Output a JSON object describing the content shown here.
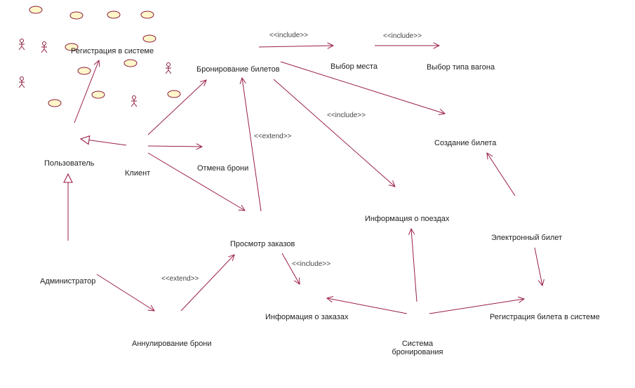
{
  "colors": {
    "line": "#9a1e4a",
    "usecase_fill": "#fff7c9",
    "usecase_stroke": "#8a1a3a",
    "actor_stroke": "#8a1a3a",
    "text": "#222222"
  },
  "labels": {
    "registration": "Регистрация в системе",
    "booking": "Бронирование билетов",
    "seat_choice": "Выбор места",
    "car_type_choice": "Выбор типа вагона",
    "ticket_creation": "Создание билета",
    "user": "Пользователь",
    "client": "Клиент",
    "cancel_booking": "Отмена брони",
    "train_info": "Информация о поездах",
    "e_ticket": "Электронный билет",
    "view_orders": "Просмотр заказов",
    "administrator": "Администратор",
    "annul_booking": "Аннулирование брони",
    "order_info": "Информация о заказах",
    "booking_system_line1": "Система",
    "booking_system_line2": "бронирования",
    "ticket_registration": "Регистрация билета в системе"
  },
  "stereotypes": {
    "include_seat": "<<include>>",
    "include_car": "<<include>>",
    "include_train": "<<include>>",
    "include_order": "<<include>>",
    "extend_booking": "<<extend>>",
    "extend_view": "<<extend>>"
  },
  "icons": {
    "usecase": "usecase-ellipse-icon",
    "actor": "actor-stick-figure-icon",
    "arrow": "open-arrowhead",
    "generalization": "hollow-triangle-arrowhead"
  }
}
